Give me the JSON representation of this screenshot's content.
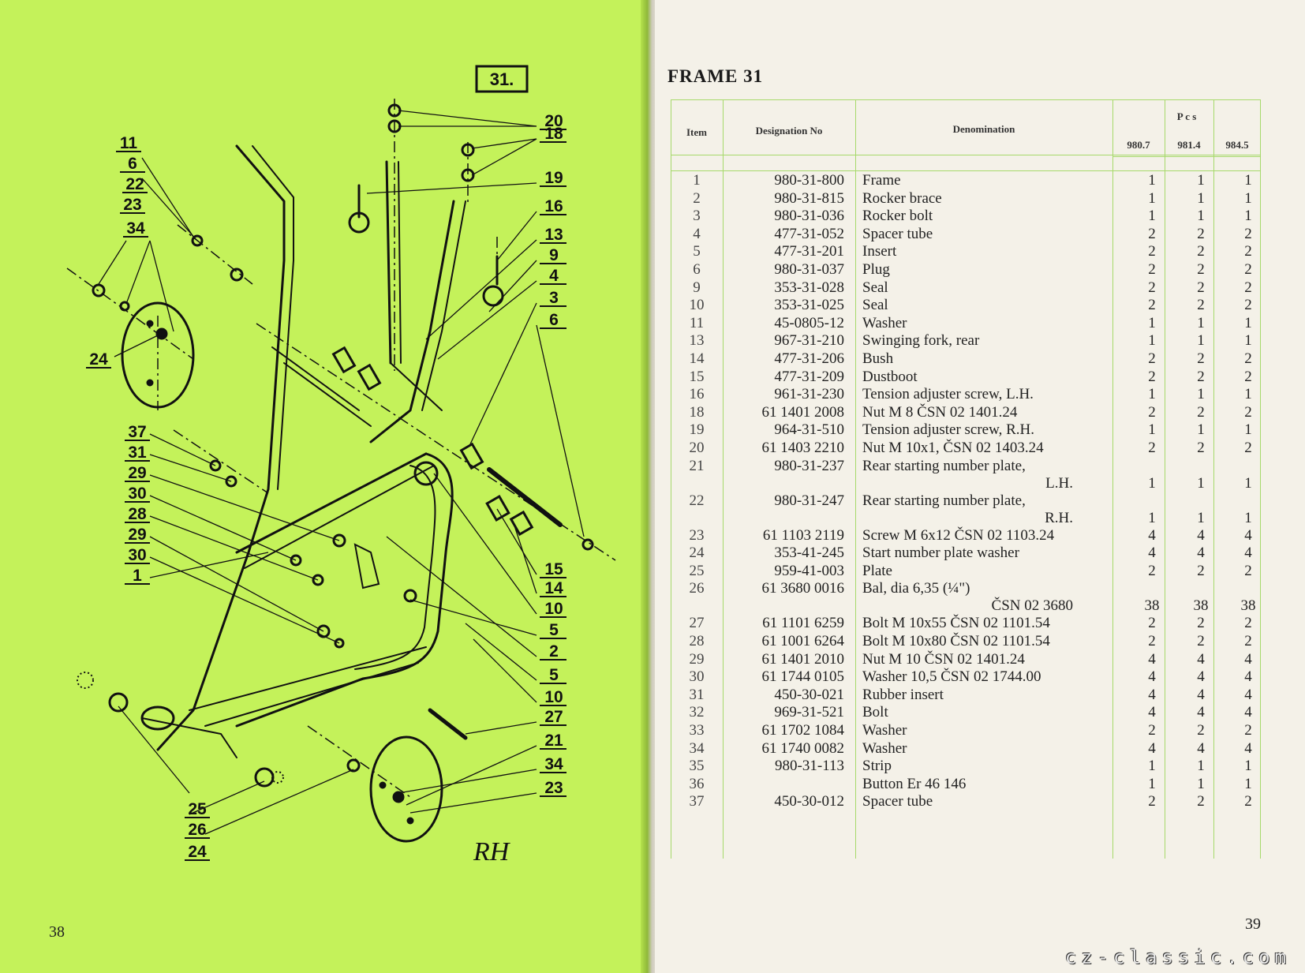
{
  "left_page": {
    "figure_label": "31.",
    "callouts_right": [
      "20",
      "18",
      "19",
      "16",
      "13",
      "9",
      "4",
      "3",
      "6",
      "15",
      "14",
      "10",
      "5",
      "2",
      "5",
      "10",
      "27",
      "21",
      "34",
      "23"
    ],
    "callouts_left": [
      "11",
      "6",
      "22",
      "23",
      "34",
      "24",
      "37",
      "31",
      "29",
      "30",
      "28",
      "29",
      "30",
      "1",
      "25",
      "26",
      "24"
    ],
    "signature": "RH",
    "page_number": "38"
  },
  "right_page": {
    "title": "FRAME 31",
    "page_number": "39",
    "watermark": "cz-classic.com",
    "headers": {
      "item": "Item",
      "designation": "Designation No",
      "denomination": "Denomination",
      "pcs": "P c s",
      "q1": "980.7",
      "q2": "981.4",
      "q3": "984.5"
    },
    "rows": [
      {
        "item": "1",
        "des": "980-31-800",
        "den": "Frame",
        "q": [
          "1",
          "1",
          "1"
        ]
      },
      {
        "item": "2",
        "des": "980-31-815",
        "den": "Rocker brace",
        "q": [
          "1",
          "1",
          "1"
        ]
      },
      {
        "item": "3",
        "des": "980-31-036",
        "den": "Rocker bolt",
        "q": [
          "1",
          "1",
          "1"
        ]
      },
      {
        "item": "4",
        "des": "477-31-052",
        "den": "Spacer tube",
        "q": [
          "2",
          "2",
          "2"
        ]
      },
      {
        "item": "5",
        "des": "477-31-201",
        "den": "Insert",
        "q": [
          "2",
          "2",
          "2"
        ]
      },
      {
        "item": "6",
        "des": "980-31-037",
        "den": "Plug",
        "q": [
          "2",
          "2",
          "2"
        ]
      },
      {
        "item": "9",
        "des": "353-31-028",
        "den": "Seal",
        "q": [
          "2",
          "2",
          "2"
        ]
      },
      {
        "item": "10",
        "des": "353-31-025",
        "den": "Seal",
        "q": [
          "2",
          "2",
          "2"
        ]
      },
      {
        "item": "11",
        "des": "45-0805-12",
        "den": "Washer",
        "q": [
          "1",
          "1",
          "1"
        ]
      },
      {
        "item": "13",
        "des": "967-31-210",
        "den": "Swinging fork, rear",
        "q": [
          "1",
          "1",
          "1"
        ]
      },
      {
        "item": "14",
        "des": "477-31-206",
        "den": "Bush",
        "q": [
          "2",
          "2",
          "2"
        ]
      },
      {
        "item": "15",
        "des": "477-31-209",
        "den": "Dustboot",
        "q": [
          "2",
          "2",
          "2"
        ]
      },
      {
        "item": "16",
        "des": "961-31-230",
        "den": "Tension adjuster screw, L.H.",
        "q": [
          "1",
          "1",
          "1"
        ]
      },
      {
        "item": "18",
        "des": "61 1401 2008",
        "den": "Nut M 8 ČSN 02 1401.24",
        "q": [
          "2",
          "2",
          "2"
        ]
      },
      {
        "item": "19",
        "des": "964-31-510",
        "den": "Tension adjuster screw, R.H.",
        "q": [
          "1",
          "1",
          "1"
        ]
      },
      {
        "item": "20",
        "des": "61 1403 2210",
        "den": "Nut M 10x1, ČSN 02 1403.24",
        "q": [
          "2",
          "2",
          "2"
        ]
      },
      {
        "item": "21",
        "des": "980-31-237",
        "den": "Rear starting number plate,",
        "den2": "L.H.",
        "q": [
          "1",
          "1",
          "1"
        ]
      },
      {
        "item": "22",
        "des": "980-31-247",
        "den": "Rear starting number plate,",
        "den2": "R.H.",
        "q": [
          "1",
          "1",
          "1"
        ]
      },
      {
        "item": "23",
        "des": "61 1103 2119",
        "den": "Screw M 6x12 ČSN 02 1103.24",
        "q": [
          "4",
          "4",
          "4"
        ]
      },
      {
        "item": "24",
        "des": "353-41-245",
        "den": "Start number plate washer",
        "q": [
          "4",
          "4",
          "4"
        ]
      },
      {
        "item": "25",
        "des": "959-41-003",
        "den": "Plate",
        "q": [
          "2",
          "2",
          "2"
        ]
      },
      {
        "item": "26",
        "des": "61 3680 0016",
        "den": "Bal, dia 6,35 (¼\")",
        "den2": "ČSN 02 3680",
        "q": [
          "38",
          "38",
          "38"
        ]
      },
      {
        "item": "27",
        "des": "61 1101 6259",
        "den": "Bolt M 10x55 ČSN 02 1101.54",
        "q": [
          "2",
          "2",
          "2"
        ]
      },
      {
        "item": "28",
        "des": "61 1001 6264",
        "den": "Bolt M 10x80 ČSN 02 1101.54",
        "q": [
          "2",
          "2",
          "2"
        ]
      },
      {
        "item": "29",
        "des": "61 1401 2010",
        "den": "Nut M 10 ČSN 02 1401.24",
        "q": [
          "4",
          "4",
          "4"
        ]
      },
      {
        "item": "30",
        "des": "61 1744 0105",
        "den": "Washer 10,5 ČSN 02 1744.00",
        "q": [
          "4",
          "4",
          "4"
        ]
      },
      {
        "item": "31",
        "des": "450-30-021",
        "den": "Rubber insert",
        "q": [
          "4",
          "4",
          "4"
        ]
      },
      {
        "item": "32",
        "des": "969-31-521",
        "den": "Bolt",
        "q": [
          "4",
          "4",
          "4"
        ]
      },
      {
        "item": "33",
        "des": "61 1702 1084",
        "den": "Washer",
        "q": [
          "2",
          "2",
          "2"
        ]
      },
      {
        "item": "34",
        "des": "61 1740 0082",
        "den": "Washer",
        "q": [
          "4",
          "4",
          "4"
        ]
      },
      {
        "item": "35",
        "des": "980-31-113",
        "den": "Strip",
        "q": [
          "1",
          "1",
          "1"
        ]
      },
      {
        "item": "36",
        "des": "",
        "den": "Button Er 46 146",
        "q": [
          "1",
          "1",
          "1"
        ]
      },
      {
        "item": "37",
        "des": "450-30-012",
        "den": "Spacer tube",
        "q": [
          "2",
          "2",
          "2"
        ]
      }
    ]
  }
}
